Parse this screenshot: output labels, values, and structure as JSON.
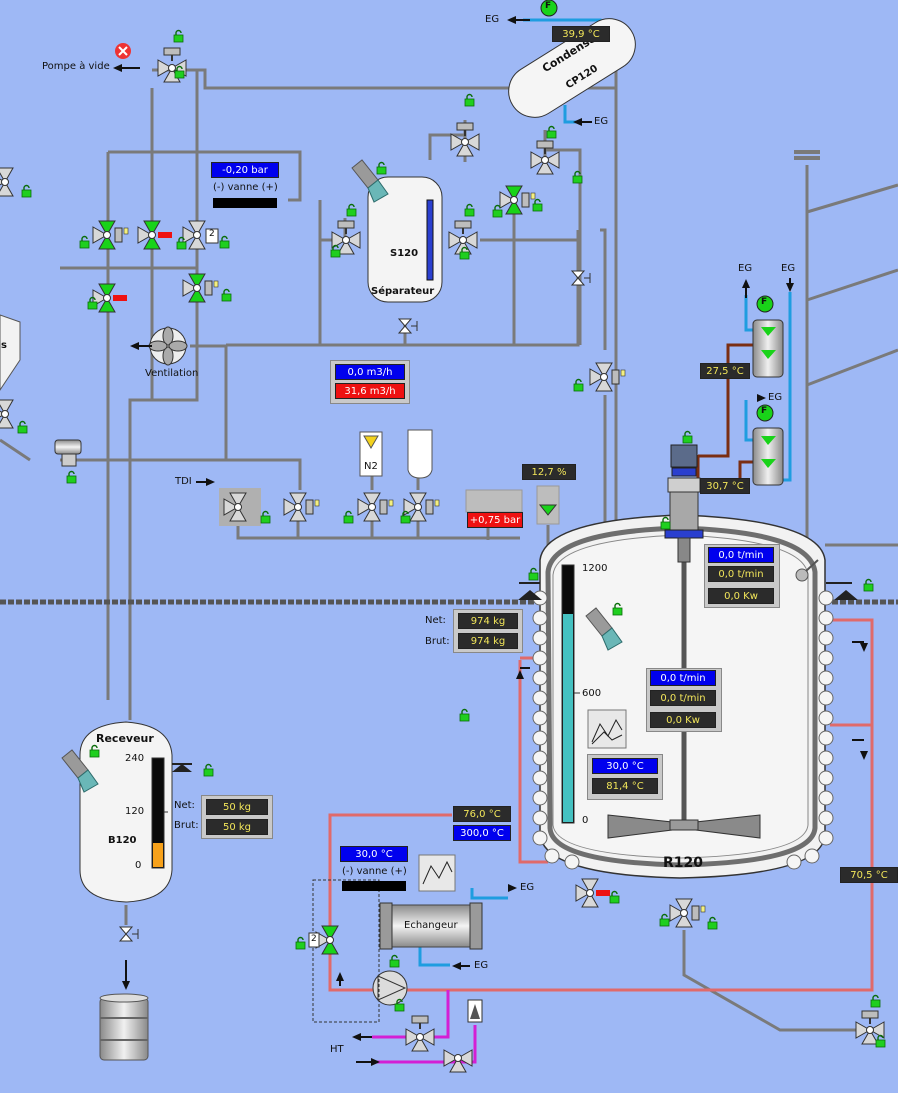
{
  "labels": {
    "pompe_vide": "Pompe à vide",
    "ventilation": "Ventilation",
    "tdi": "TDI",
    "n2": "N2",
    "eg": "EG",
    "ht": "HT",
    "separateur_name": "S120",
    "separateur_sub": "Séparateur",
    "condenseur": "Condenseur",
    "condenseur_code": "CP120",
    "receveur": "Receveur",
    "receveur_code": "B120",
    "reactor": "R120",
    "echangeur": "Echangeur",
    "s_partial": "s",
    "f_badge": "F",
    "valve_mode": "(-) vanne (+)",
    "net": "Net:",
    "brut": "Brut:",
    "valve_num_2": "2"
  },
  "values": {
    "separator_pressure": "-0,20 bar",
    "condenser_temp": "39,9 °C",
    "flow_1": "0,0 m3/h",
    "flow_2": "31,6 m3/h",
    "level_pct": "12,7 %",
    "reactor_pressure": "+0,75 bar",
    "cool_temp_1": "27,5 °C",
    "cool_temp_2": "30,7 °C",
    "reactor_net": "974 kg",
    "reactor_brut": "974 kg",
    "agit_top_speed1": "0,0 t/min",
    "agit_top_speed2": "0,0 t/min",
    "agit_top_power": "0,0 Kw",
    "agit_mid_speed1": "0,0 t/min",
    "agit_mid_speed2": "0,0 t/min",
    "agit_mid_power": "0,0 Kw",
    "reactor_temp_set": "30,0 °C",
    "reactor_temp_act": "81,4 °C",
    "jacket_temp_1": "76,0 °C",
    "jacket_temp_2": "300,0 °C",
    "jacket_return": "70,5 °C",
    "exchanger_temp": "30,0 °C",
    "receveur_net": "50 kg",
    "receveur_brut": "50 kg"
  },
  "receveur_scale": {
    "ticks": [
      "240",
      "120",
      "0"
    ],
    "fill_fraction": 0.22
  },
  "reactor_scale": {
    "ticks": [
      "1200",
      "600",
      "0"
    ],
    "fill_fraction": 0.78
  },
  "colors": {
    "background": "#9eb8f5",
    "pipe": "#7a7a7a",
    "hot_pipe": "#e06a6a",
    "ht_pipe": "#d41fd4",
    "cold_pipe": "#1e9de0",
    "brown_pipe": "#7b2e12",
    "valve_open": "#19d319",
    "alarm": "#ee1111"
  },
  "icons": [
    "lock-icon",
    "alarm-x-icon",
    "fan-icon",
    "drum-icon",
    "trend-chart-icon",
    "pump-icon",
    "camera-icon",
    "flow-meter-icon"
  ]
}
